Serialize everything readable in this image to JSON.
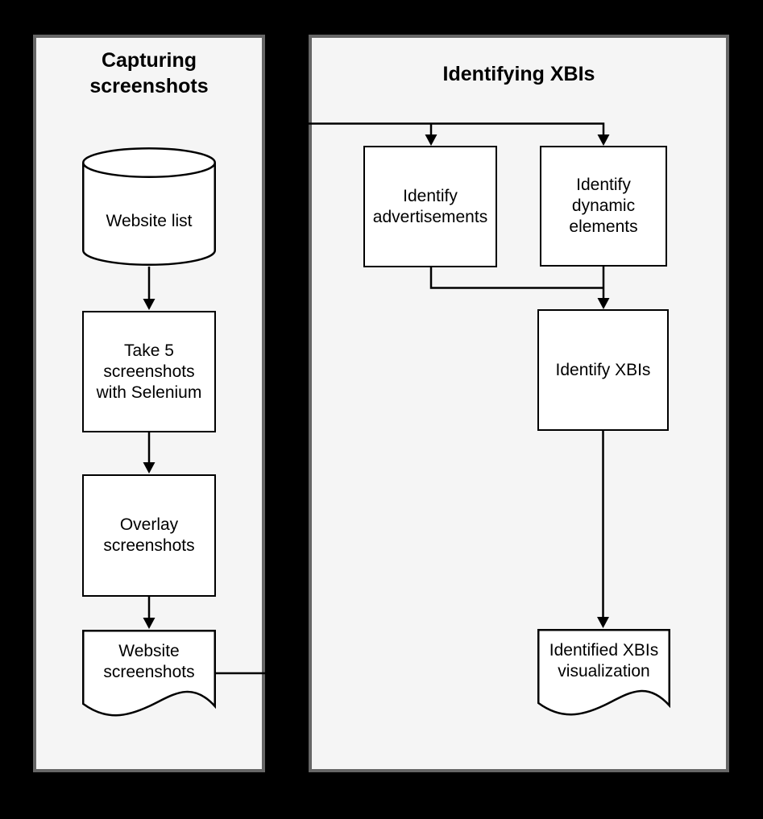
{
  "diagram": {
    "type": "flowchart",
    "colors": {
      "background": "#000000",
      "panel_fill": "#f5f5f5",
      "panel_border": "#666666",
      "node_fill": "#ffffff",
      "node_stroke": "#000000",
      "text": "#000000"
    },
    "panels": [
      {
        "id": "capturing-screenshots",
        "title": "Capturing\nscreenshots",
        "nodes": [
          {
            "id": "website-list",
            "shape": "cylinder",
            "label": "Website list"
          },
          {
            "id": "take-5-screenshots",
            "shape": "process",
            "label": "Take 5\nscreenshots\nwith Selenium"
          },
          {
            "id": "overlay-screenshots",
            "shape": "process",
            "label": "Overlay\nscreenshots"
          },
          {
            "id": "website-screenshots",
            "shape": "document",
            "label": "Website\nscreenshots"
          }
        ]
      },
      {
        "id": "identifying-xbis",
        "title": "Identifying XBIs",
        "nodes": [
          {
            "id": "identify-advertisements",
            "shape": "process",
            "label": "Identify\nadvertisements"
          },
          {
            "id": "identify-dynamic-elements",
            "shape": "process",
            "label": "Identify\ndynamic\nelements"
          },
          {
            "id": "identify-xbis",
            "shape": "process",
            "label": "Identify XBIs"
          },
          {
            "id": "identified-xbis-visualization",
            "shape": "document",
            "label": "Identified XBIs\nvisualization"
          }
        ]
      }
    ],
    "edges": [
      {
        "from": "website-list",
        "to": "take-5-screenshots",
        "arrow": true
      },
      {
        "from": "take-5-screenshots",
        "to": "overlay-screenshots",
        "arrow": true
      },
      {
        "from": "overlay-screenshots",
        "to": "website-screenshots",
        "arrow": true
      },
      {
        "from": "website-screenshots",
        "to": "identify-advertisements",
        "arrow": true
      },
      {
        "from": "website-screenshots",
        "to": "identify-dynamic-elements",
        "arrow": true
      },
      {
        "from": "identify-advertisements",
        "to": "identify-xbis",
        "arrow": true
      },
      {
        "from": "identify-dynamic-elements",
        "to": "identify-xbis",
        "arrow": true
      },
      {
        "from": "identify-xbis",
        "to": "identified-xbis-visualization",
        "arrow": true
      }
    ]
  }
}
